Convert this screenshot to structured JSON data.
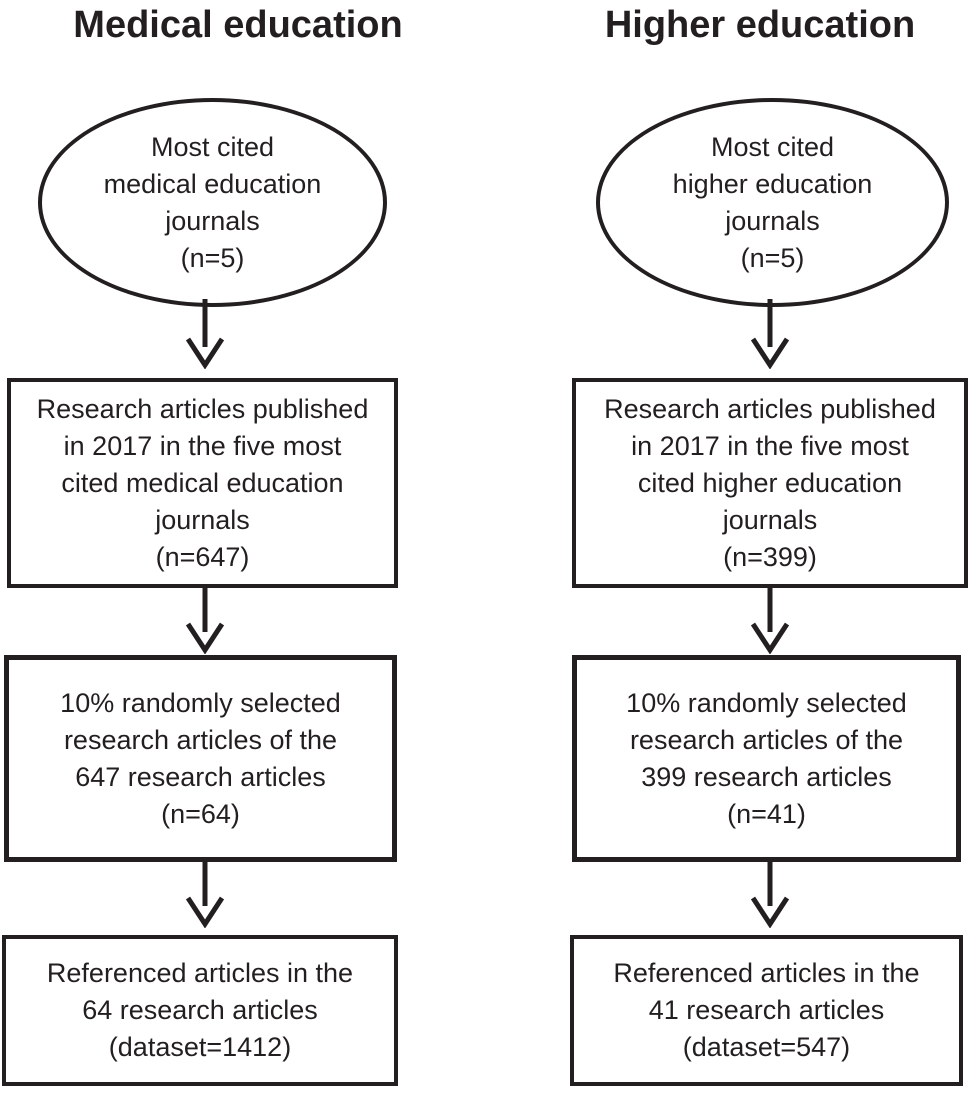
{
  "colors": {
    "ink": "#231f20",
    "background": "#ffffff"
  },
  "icons": {
    "arrow": "arrow-down-icon"
  },
  "columns": [
    {
      "title": "Medical education",
      "ellipse": {
        "text": "Most cited\nmedical education\njournals\n(n=5)"
      },
      "boxes": [
        {
          "text": "Research articles published\nin 2017 in the five most\ncited medical education\njournals\n(n=647)"
        },
        {
          "text": "10% randomly selected\nresearch articles of the\n647 research articles\n(n=64)"
        },
        {
          "text": "Referenced articles in the\n64 research articles\n(dataset=1412)"
        }
      ]
    },
    {
      "title": "Higher education",
      "ellipse": {
        "text": "Most cited\nhigher education\njournals\n(n=5)"
      },
      "boxes": [
        {
          "text": "Research articles published\nin 2017 in the five most\ncited higher education\njournals\n(n=399)"
        },
        {
          "text": "10% randomly selected\nresearch articles of the\n399 research articles\n(n=41)"
        },
        {
          "text": "Referenced articles in the\n41 research articles\n(dataset=547)"
        }
      ]
    }
  ]
}
